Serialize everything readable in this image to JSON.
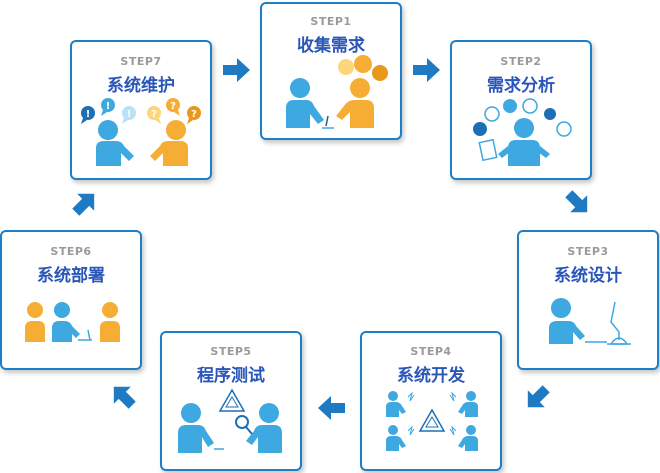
{
  "steps": [
    {
      "label": "STEP1",
      "title": "收集需求"
    },
    {
      "label": "STEP2",
      "title": "需求分析"
    },
    {
      "label": "STEP3",
      "title": "系统设计"
    },
    {
      "label": "STEP4",
      "title": "系统开发"
    },
    {
      "label": "STEP5",
      "title": "程序测试"
    },
    {
      "label": "STEP6",
      "title": "系统部署"
    },
    {
      "label": "STEP7",
      "title": "系统维护"
    }
  ],
  "colors": {
    "border": "#1d7fc7",
    "title": "#2a56b8",
    "label": "#9a9a9a",
    "blue_person": "#3ea8e0",
    "orange_person": "#f6ad34",
    "arrow": "#1e7ac2"
  }
}
